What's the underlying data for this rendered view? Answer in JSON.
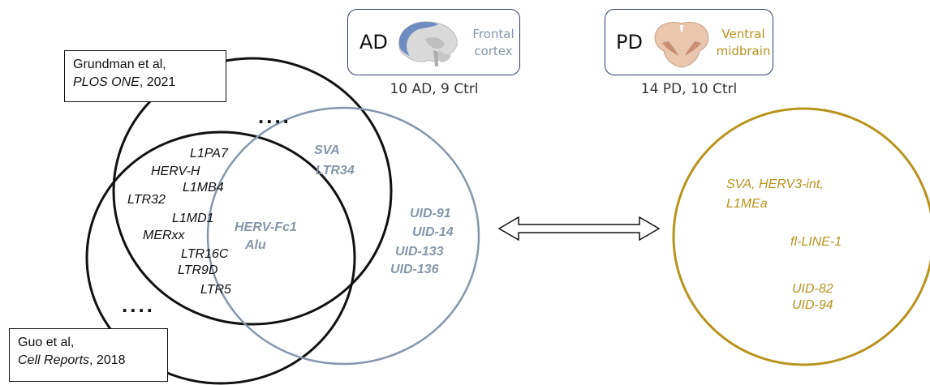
{
  "citations": {
    "grundman": {
      "authors": "Grundman et al,",
      "journal": "PLOS ONE",
      "year": ", 2021"
    },
    "guo": {
      "authors": "Guo et al,",
      "journal": "Cell Reports",
      "year": ", 2018"
    }
  },
  "ellipsis_top": "....",
  "ellipsis_bottom": "....",
  "black_labels": [
    "L1PA7",
    "HERV-H",
    "L1MB4",
    "LTR32",
    "L1MD1",
    "MERxx",
    "LTR16C",
    "LTR9D",
    "LTR5"
  ],
  "shared_labels": [
    "SVA",
    "LTR34",
    "HERV-Fc1",
    "Alu"
  ],
  "blue_only_labels": [
    "UID-91",
    "UID-14",
    "UID-133",
    "UID-136"
  ],
  "pd_circle_labels": [
    "SVA, HERV3-int,",
    "L1MEa",
    "fl-LINE-1",
    "UID-82",
    "UID-94"
  ],
  "panels": {
    "ad": {
      "tag": "AD",
      "region_line1": "Frontal",
      "region_line2": "cortex",
      "samples": "10 AD, 9 Ctrl"
    },
    "pd": {
      "tag": "PD",
      "region_line1": "Ventral",
      "region_line2": "midbrain",
      "samples": "14 PD, 10 Ctrl"
    }
  },
  "colors": {
    "black": "#111111",
    "ad_blue": "#8596ab",
    "pd_gold": "#b8931c",
    "panel_border": "#2f3f6e"
  }
}
